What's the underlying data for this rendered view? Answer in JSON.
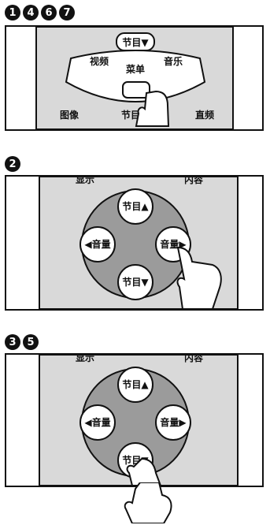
{
  "sections": [
    {
      "badges": [
        "1",
        "4",
        "6",
        "7"
      ],
      "buttons": {
        "prog_down": "节目▼",
        "menu": "菜单",
        "left": "视频",
        "right": "音乐",
        "bottom_left": "图像",
        "bottom_mid": "节目",
        "bottom_right": "直频"
      }
    },
    {
      "badges": [
        "2"
      ],
      "buttons": {
        "top_labels": [
          "显示",
          "内容"
        ],
        "up": "节目▲",
        "left": "◀音量",
        "right": "音量▶",
        "down": "节目▼"
      }
    },
    {
      "badges": [
        "3",
        "5"
      ],
      "buttons": {
        "top_labels": [
          "显示",
          "内容"
        ],
        "up": "节目▲",
        "left": "◀音量",
        "right": "音量▶",
        "down": "节目▼"
      }
    }
  ]
}
